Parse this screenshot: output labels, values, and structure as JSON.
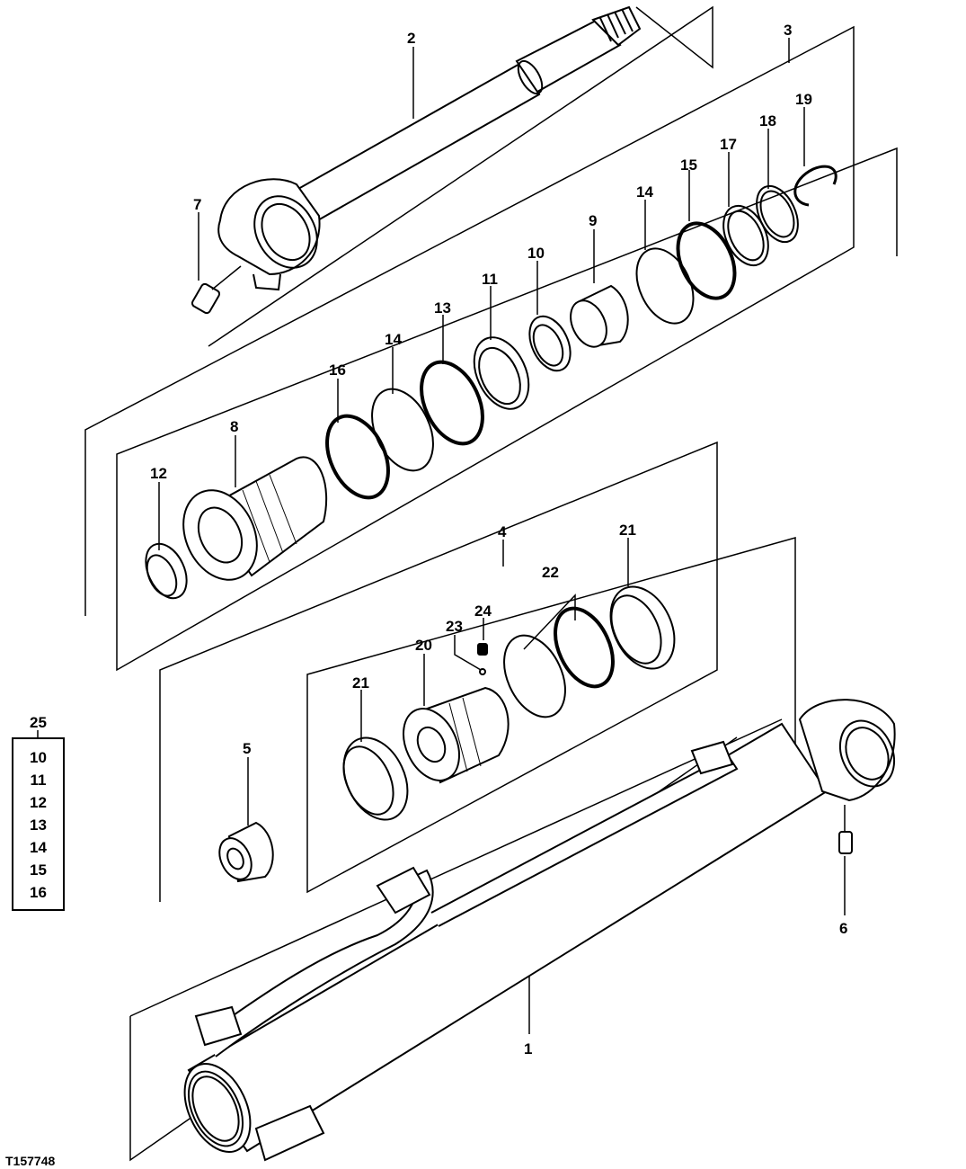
{
  "figure_id": "T157748",
  "kit": {
    "number": "25",
    "contents": [
      "10",
      "11",
      "12",
      "13",
      "14",
      "15",
      "16"
    ]
  },
  "callouts": [
    {
      "id": "1",
      "text": "1"
    },
    {
      "id": "2",
      "text": "2"
    },
    {
      "id": "3",
      "text": "3"
    },
    {
      "id": "4",
      "text": "4"
    },
    {
      "id": "5",
      "text": "5"
    },
    {
      "id": "6",
      "text": "6"
    },
    {
      "id": "7",
      "text": "7"
    },
    {
      "id": "8",
      "text": "8"
    },
    {
      "id": "9",
      "text": "9"
    },
    {
      "id": "10",
      "text": "10"
    },
    {
      "id": "11",
      "text": "11"
    },
    {
      "id": "12",
      "text": "12"
    },
    {
      "id": "13",
      "text": "13"
    },
    {
      "id": "14a",
      "text": "14"
    },
    {
      "id": "14b",
      "text": "14"
    },
    {
      "id": "15",
      "text": "15"
    },
    {
      "id": "16",
      "text": "16"
    },
    {
      "id": "17",
      "text": "17"
    },
    {
      "id": "18",
      "text": "18"
    },
    {
      "id": "19",
      "text": "19"
    },
    {
      "id": "20",
      "text": "20"
    },
    {
      "id": "21a",
      "text": "21"
    },
    {
      "id": "21b",
      "text": "21"
    },
    {
      "id": "22",
      "text": "22"
    },
    {
      "id": "23",
      "text": "23"
    },
    {
      "id": "24",
      "text": "24"
    }
  ]
}
